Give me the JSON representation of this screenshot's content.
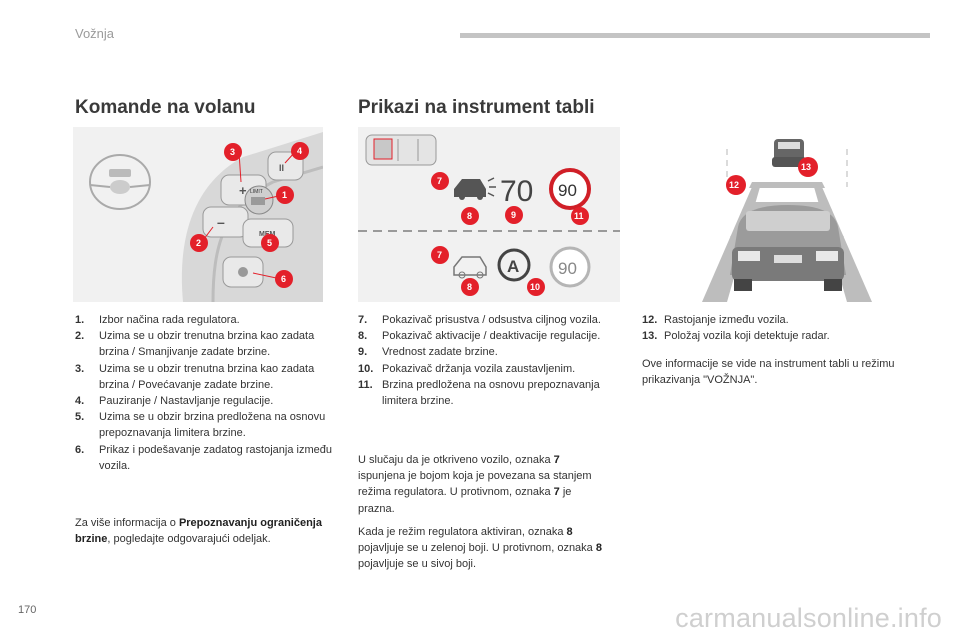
{
  "header": {
    "section": "Vožnja"
  },
  "titles": {
    "left": "Komande na volanu",
    "middle": "Prikazi na instrument tabli"
  },
  "figures": {
    "steering": {
      "callouts": [
        "3",
        "4",
        "1",
        "2",
        "5",
        "6"
      ],
      "labels": {
        "plus": "+",
        "minus": "–",
        "pause": "II",
        "limit": "LIMIT",
        "mem": "MEM"
      }
    },
    "cluster": {
      "callouts": [
        "7",
        "8",
        "9",
        "11",
        "7",
        "8",
        "10"
      ],
      "speed_value": "70",
      "limit_sign_top": "90",
      "limit_sign_bottom": "90",
      "regulator_badge": "A"
    },
    "road": {
      "callouts": [
        "13",
        "12"
      ]
    }
  },
  "list_left": [
    {
      "num": "1.",
      "text": "Izbor načina rada regulatora."
    },
    {
      "num": "2.",
      "text": "Uzima se u obzir trenutna brzina kao zadata brzina / Smanjivanje zadate brzine."
    },
    {
      "num": "3.",
      "text": "Uzima se u obzir trenutna brzina kao zadata brzina / Povećavanje zadate brzine."
    },
    {
      "num": "4.",
      "text": "Pauziranje / Nastavljanje regulacije."
    },
    {
      "num": "5.",
      "text": "Uzima se u obzir brzina predložena na osnovu prepoznavanja limitera brzine."
    },
    {
      "num": "6.",
      "text": "Prikaz i podešavanje zadatog rastojanja između vozila."
    }
  ],
  "note_left": {
    "before": "Za više informacija o ",
    "bold": "Prepoznavanju ograničenja brzine",
    "after": ", pogledajte odgovarajući odeljak."
  },
  "list_mid": [
    {
      "num": "7.",
      "text": "Pokazivač prisustva / odsustva ciljnog vozila."
    },
    {
      "num": "8.",
      "text": "Pokazivač aktivacije / deaktivacije regulacije."
    },
    {
      "num": "9.",
      "text": "Vrednost zadate brzine."
    },
    {
      "num": "10.",
      "text": "Pokazivač držanja vozila zaustavljenim."
    },
    {
      "num": "11.",
      "text": "Brzina predložena na osnovu prepoznavanja limitera brzine."
    }
  ],
  "para_mid_1": {
    "a": "U slučaju da je otkriveno vozilo, oznaka ",
    "b": "7",
    "c": " ispunjena je bojom koja je povezana sa stanjem režima regulatora. U protivnom, oznaka ",
    "d": "7",
    "e": " je prazna."
  },
  "para_mid_2": {
    "a": "Kada je režim regulatora aktiviran, oznaka ",
    "b": "8",
    "c": " pojavljuje se u zelenoj boji. U protivnom, oznaka ",
    "d": "8",
    "e": " pojavljuje se u sivoj boji."
  },
  "list_right": [
    {
      "num": "12.",
      "text": "Rastojanje između vozila."
    },
    {
      "num": "13.",
      "text": "Položaj vozila koji detektuje radar."
    }
  ],
  "para_right": "Ove informacije se vide na instrument tabli u režimu prikazivanja \"VOŽNJA\".",
  "page_number": "170",
  "watermark": "carmanualsonline.info",
  "colors": {
    "callout": "#e3202a",
    "text": "#333333",
    "rule": "#c4c4c4"
  }
}
